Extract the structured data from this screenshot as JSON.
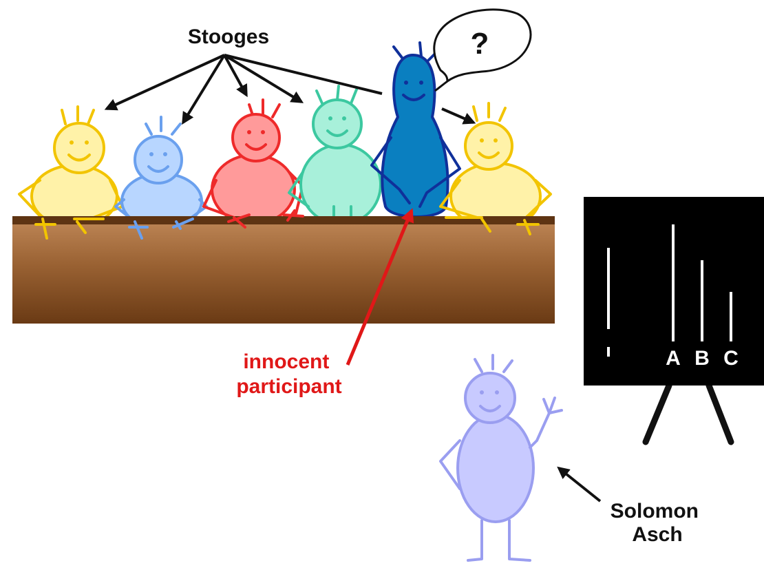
{
  "labels": {
    "stooges": "Stooges",
    "participant_line1": "innocent",
    "participant_line2": "participant",
    "experimenter_line1": "Solomon",
    "experimenter_line2": "Asch",
    "question_mark": "?"
  },
  "card": {
    "comparison_labels": [
      "A",
      "B",
      "C"
    ]
  },
  "colors": {
    "table_top": "#5e3413",
    "table_gradient": [
      "#c08858",
      "#8a5328",
      "#6a3a14"
    ],
    "label_red": "#e01818",
    "arrow_red": "#e01818",
    "card_bg": "#000000",
    "yellow_line": "#f2c400",
    "yellow_fill": "#fff2a8",
    "blue_line": "#6aa0ee",
    "blue_fill": "#b8d6ff",
    "red_line": "#ee2a2a",
    "red_fill": "#ff9a9a",
    "teal_line": "#3cc8a0",
    "teal_fill": "#a8f0da",
    "dblue_line": "#10309a",
    "dblue_fill": "#0a7fc0",
    "lav_line": "#9a9ef0",
    "lav_fill": "#c8caff"
  }
}
